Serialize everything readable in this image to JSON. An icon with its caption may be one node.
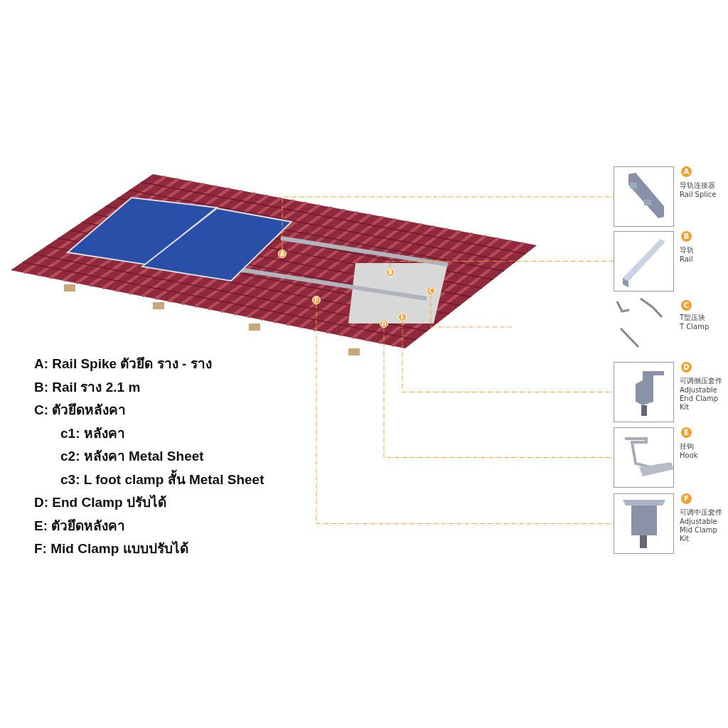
{
  "diagram": {
    "nodes": [
      {
        "text": [
          "A"
        ]
      },
      {
        "text": [
          "B"
        ]
      },
      {
        "text": [
          "C"
        ]
      },
      {
        "text": [
          "D"
        ]
      },
      {
        "text": [
          "E"
        ]
      },
      {
        "text": [
          "F"
        ]
      },
      {
        "text": [
          "A",
          "导轨连接器",
          "Rail Splice"
        ]
      },
      {
        "text": [
          "B",
          "导轨",
          "Rail"
        ]
      },
      {
        "text": [
          "C",
          "T型压块",
          "T Clamp"
        ]
      },
      {
        "text": [
          "D",
          "可调侧压套件",
          "Adjustable End Clamp Kit"
        ]
      },
      {
        "text": [
          "E",
          "挂钩",
          "Hook"
        ]
      },
      {
        "text": [
          "F",
          "可调中压套件",
          "Adjustable Mid Clamp Kit"
        ]
      }
    ],
    "edges": [
      {
        "from": 0,
        "to": 6,
        "arrow": "none",
        "style": "dashed",
        "color": "#f0a030"
      },
      {
        "from": 1,
        "to": 7,
        "arrow": "none",
        "style": "dashed",
        "color": "#f0a030"
      },
      {
        "from": 2,
        "to": null,
        "arrow": "none",
        "style": "dashed",
        "color": "#f0a030"
      },
      {
        "from": 4,
        "to": 9,
        "arrow": "none",
        "style": "dashed",
        "color": "#f0a030"
      },
      {
        "from": 3,
        "to": 10,
        "arrow": "none",
        "style": "dashed",
        "color": "#f0a030"
      },
      {
        "from": 5,
        "to": 11,
        "arrow": "none",
        "style": "dashed",
        "color": "#f0a030"
      }
    ],
    "labels": [
      "A: Rail Spike ตัวยึด ราง - ราง",
      "B: Rail ราง 2.1 m",
      "C: ตัวยึดหลังคา",
      "c1: หลังคา",
      "c2: หลังคา Metal Sheet",
      "c3: L foot clamp สั้น Metal Sheet",
      "D: End Clamp ปรับได้",
      "E: ตัวยึดหลังคา",
      "F: Mid Clamp แบบปรับได้"
    ]
  }
}
